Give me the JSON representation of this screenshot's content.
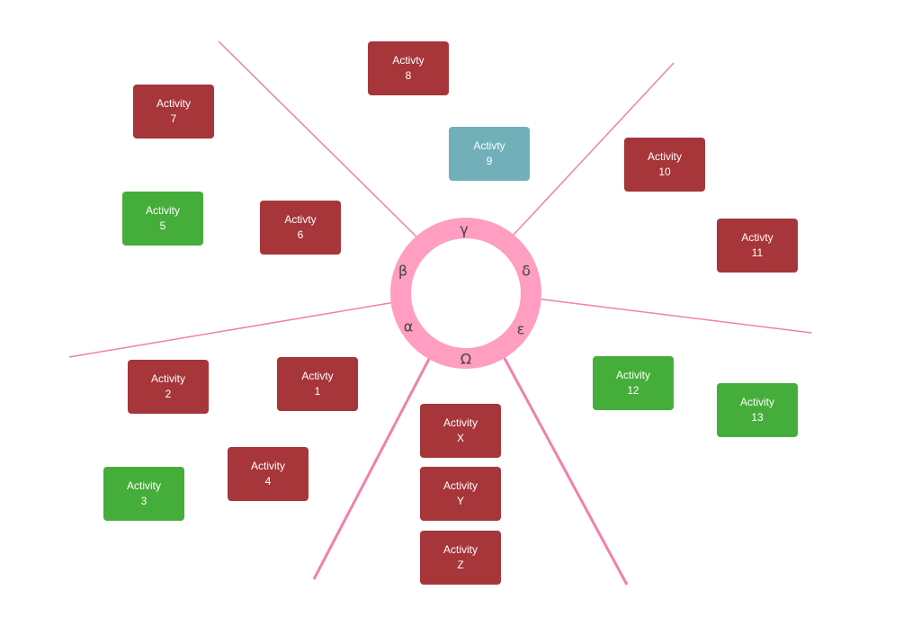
{
  "colors": {
    "red": "#a63639",
    "green": "#45ae3a",
    "teal": "#71b0b9",
    "ring": "#ff9ec0",
    "line": "#f27fac"
  },
  "ring_labels": {
    "gamma": "γ",
    "delta": "δ",
    "epsilon": "ε",
    "omega": "Ω",
    "alpha": "α",
    "beta": "β"
  },
  "activities": {
    "a1": {
      "line1": "Activty",
      "line2": "1",
      "color": "red"
    },
    "a2": {
      "line1": "Activity",
      "line2": "2",
      "color": "red"
    },
    "a3": {
      "line1": "Activity",
      "line2": "3",
      "color": "green"
    },
    "a4": {
      "line1": "Activity",
      "line2": "4",
      "color": "red"
    },
    "a5": {
      "line1": "Activity",
      "line2": "5",
      "color": "green"
    },
    "a6": {
      "line1": "Activty",
      "line2": "6",
      "color": "red"
    },
    "a7": {
      "line1": "Activity",
      "line2": "7",
      "color": "red"
    },
    "a8": {
      "line1": "Activty",
      "line2": "8",
      "color": "red"
    },
    "a9": {
      "line1": "Activty",
      "line2": "9",
      "color": "teal"
    },
    "a10": {
      "line1": "Activity",
      "line2": "10",
      "color": "red"
    },
    "a11": {
      "line1": "Activty",
      "line2": "11",
      "color": "red"
    },
    "a12": {
      "line1": "Activity",
      "line2": "12",
      "color": "green"
    },
    "a13": {
      "line1": "Activity",
      "line2": "13",
      "color": "green"
    },
    "ax": {
      "line1": "Activity",
      "line2": "X",
      "color": "red"
    },
    "ay": {
      "line1": "Activity",
      "line2": "Y",
      "color": "red"
    },
    "az": {
      "line1": "Activity",
      "line2": "Z",
      "color": "red"
    }
  }
}
